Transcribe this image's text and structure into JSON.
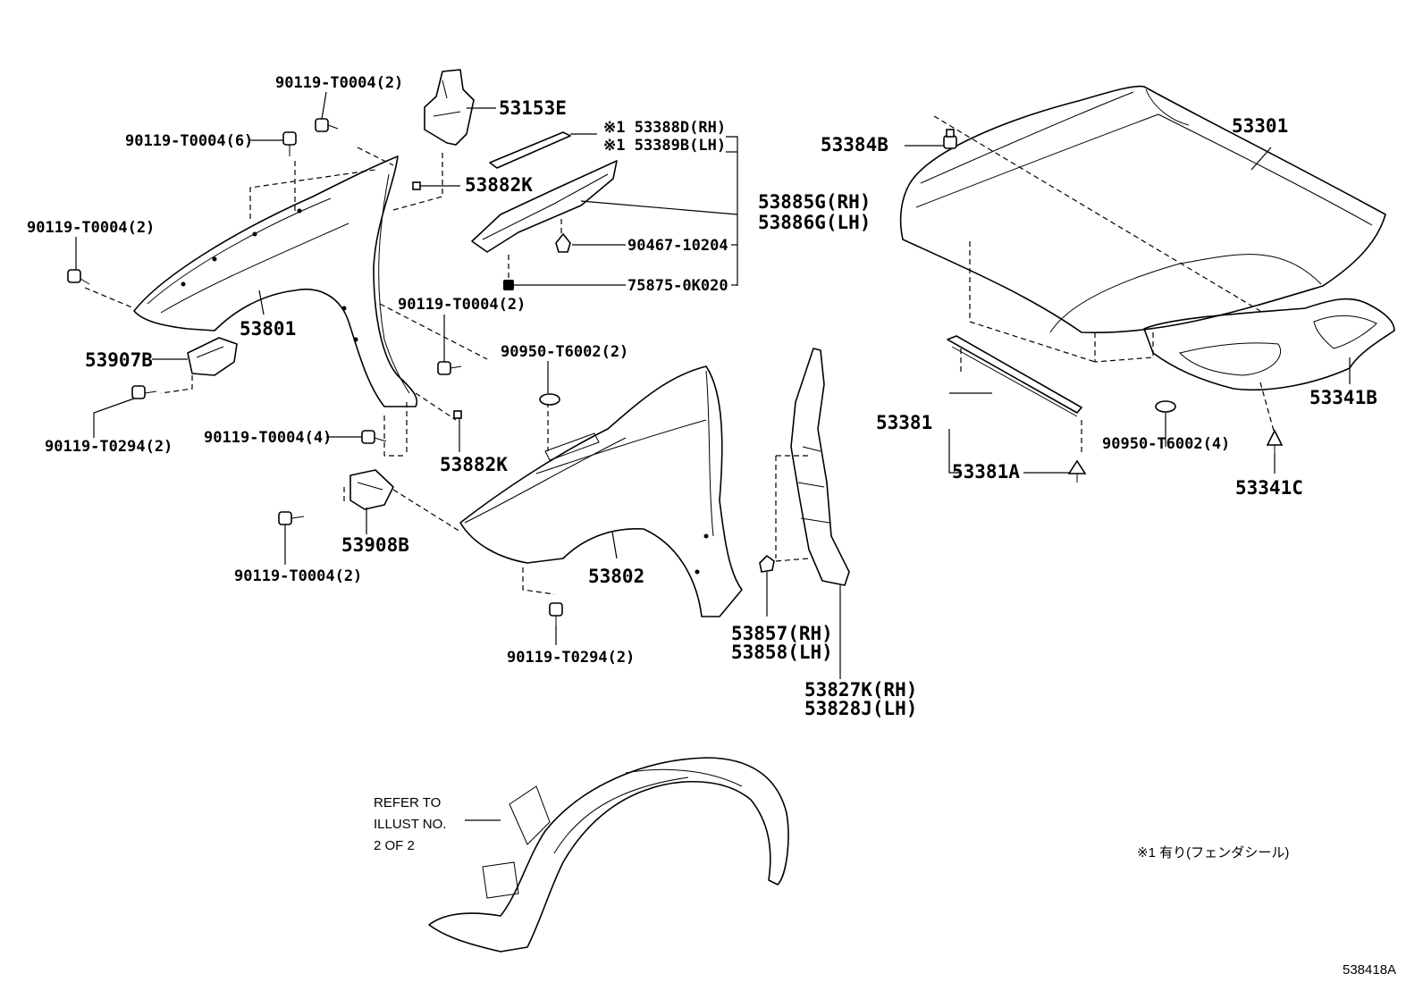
{
  "labels": {
    "p90119_t0004_2_top": "90119-T0004(2)",
    "p90119_t0004_6": "90119-T0004(6)",
    "p53153e": "53153E",
    "p53388d": "※1 53388D(RH)",
    "p53389b": "※1 53389B(LH)",
    "p53882k_top": "53882K",
    "p90119_t0004_2_left": "90119-T0004(2)",
    "p53885g": "53885G(RH)",
    "p53886g": "53886G(LH)",
    "p90467": "90467-10204",
    "p75875": "75875-0K020",
    "p53801": "53801",
    "p90119_t0004_2_mid": "90119-T0004(2)",
    "p53907b": "53907B",
    "p90950_t6002_2": "90950-T6002(2)",
    "p90119_t0294_2_left": "90119-T0294(2)",
    "p90119_t0004_4": "90119-T0004(4)",
    "p53882k_bottom": "53882K",
    "p53908b": "53908B",
    "p90119_t0004_2_bottom": "90119-T0004(2)",
    "p53802": "53802",
    "p90119_t0294_2_bottom": "90119-T0294(2)",
    "p53857": "53857(RH)",
    "p53858": "53858(LH)",
    "p53827k": "53827K(RH)",
    "p53828j": "53828J(LH)",
    "p53384b": "53384B",
    "p53301": "53301",
    "p53341b": "53341B",
    "p53381": "53381",
    "p53381a": "53381A",
    "p90950_t6002_4": "90950-T6002(4)",
    "p53341c": "53341C"
  },
  "refer_note": [
    "REFER TO",
    "ILLUST NO.",
    "2 OF 2"
  ],
  "footnote": "※1 有り(フェンダシール)",
  "illustration_id": "538418A"
}
